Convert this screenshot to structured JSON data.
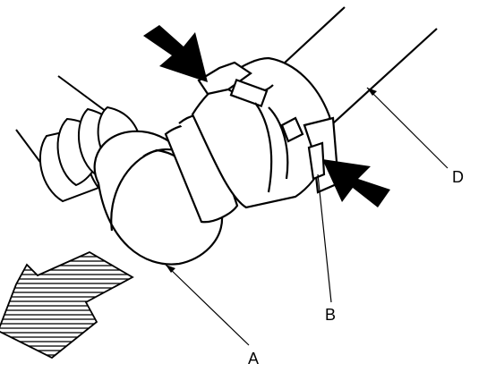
{
  "callouts": {
    "a": "A",
    "b": "B",
    "d": "D"
  },
  "colors": {
    "ink": "#000000",
    "paper": "#ffffff"
  }
}
